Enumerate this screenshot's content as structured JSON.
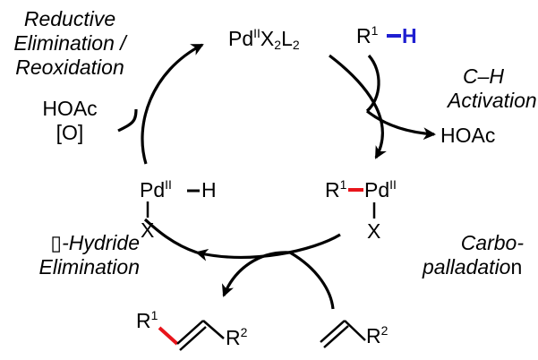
{
  "catalyst": {
    "pd": "Pd",
    "pd_ox": "II",
    "x": "X",
    "x_n": "2",
    "l": "L",
    "l_n": "2"
  },
  "reactant_ch": {
    "r": "R",
    "r_n": "1",
    "h": "H"
  },
  "ch_activation": {
    "line1": "C–H",
    "line2": "Activation",
    "byproduct": "HOAc"
  },
  "pd_complex": {
    "r": "R",
    "r_n": "1",
    "pd": "Pd",
    "pd_ox": "II",
    "x": "X"
  },
  "carbopalladation": {
    "line1": "Carbo-",
    "line2a": "palladatio",
    "line2b": "n"
  },
  "alkene": {
    "r": "R",
    "r_n": "2"
  },
  "product": {
    "r1": "R",
    "r1_n": "1",
    "r2": "R",
    "r2_n": "2"
  },
  "beta_hydride": {
    "line1": "▯-Hydride",
    "line2": "Elimination"
  },
  "pd_hydride": {
    "pd": "Pd",
    "pd_ox": "II",
    "h": "H",
    "x": "X"
  },
  "reoxidation": {
    "reagent1": "HOAc",
    "reagent2": "[O]"
  },
  "reductive": {
    "line1": "Reductive",
    "line2": "Elimination /",
    "line3": "Reoxidation"
  },
  "colors": {
    "highlight_bond": "#e8141b",
    "highlight_h": "#1f1fd1",
    "ink": "#000000"
  }
}
